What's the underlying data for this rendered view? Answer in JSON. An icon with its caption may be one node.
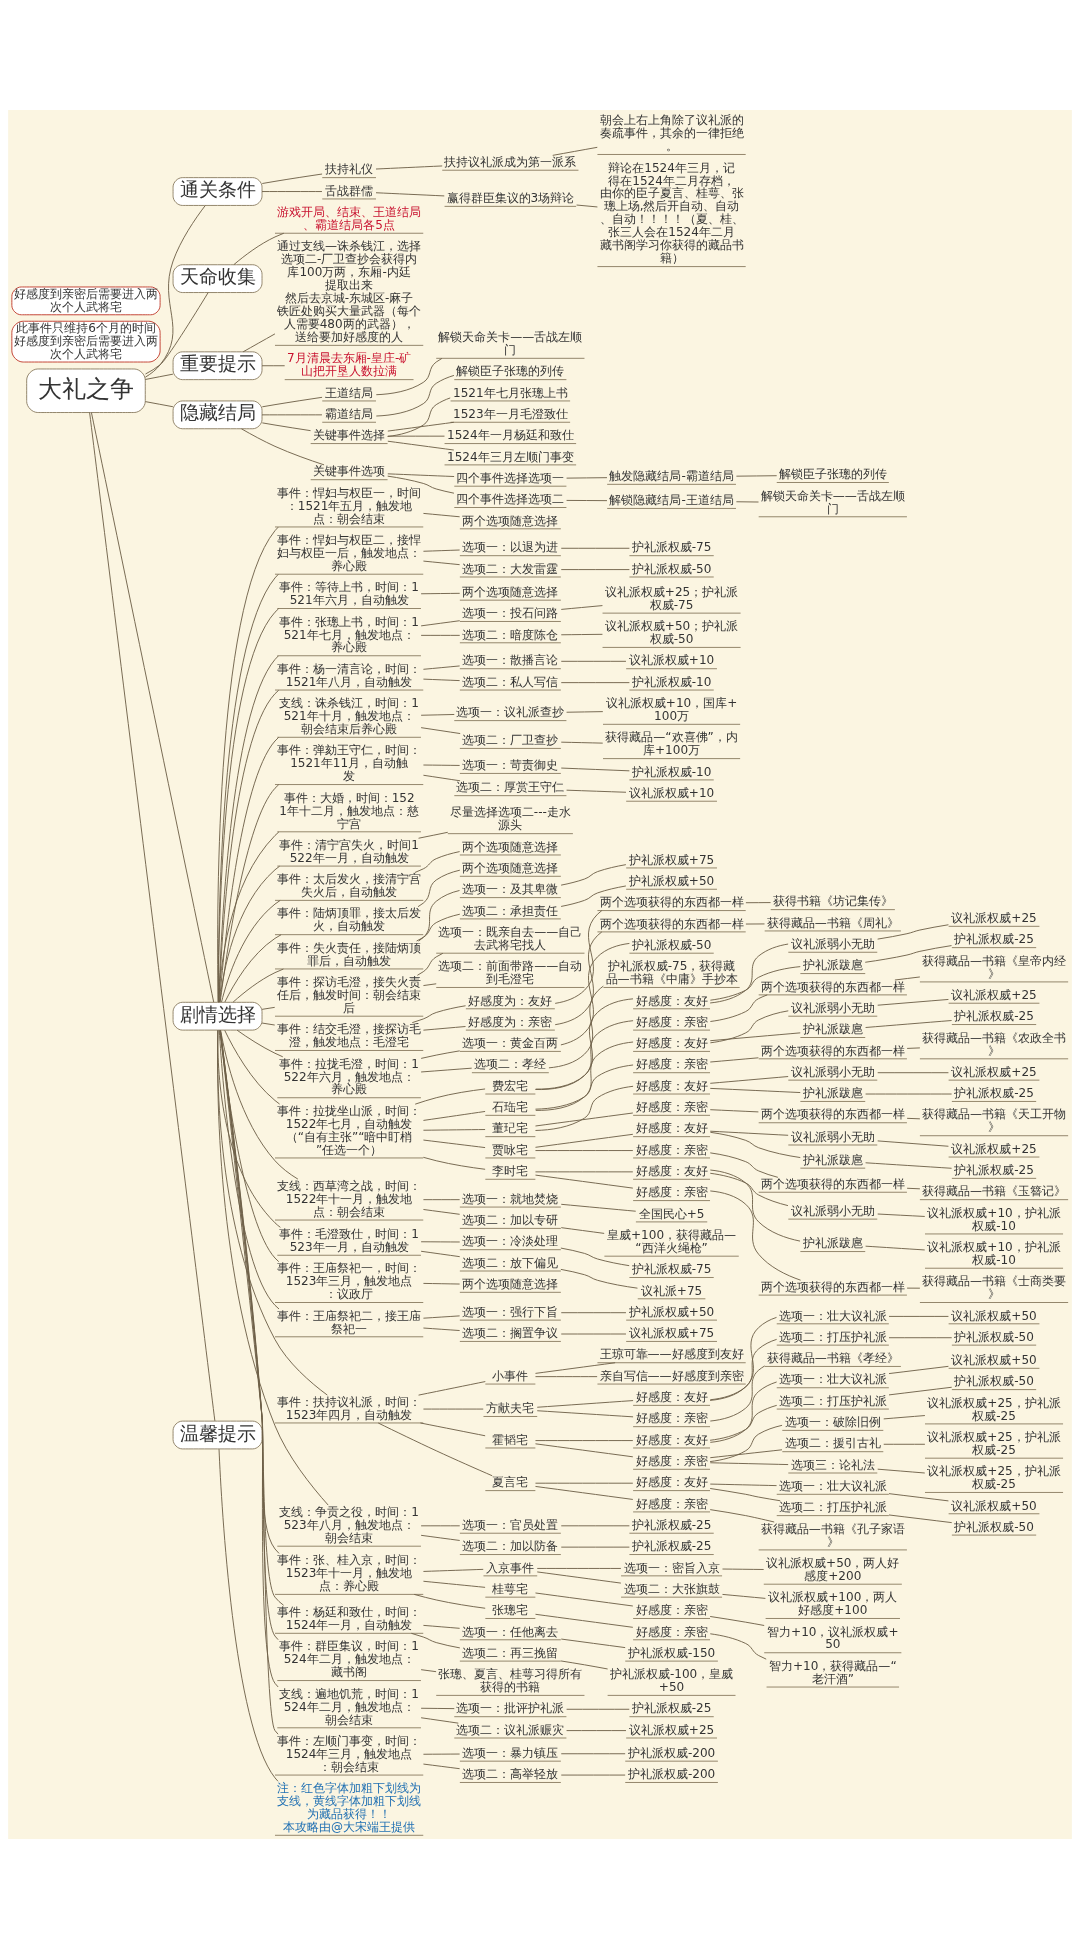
{
  "diagram": {
    "nodes": [
      {
        "text": [
          "大礼之争"
        ]
      },
      {
        "text": [
          "通关条件"
        ]
      },
      {
        "text": [
          "扶持礼仪"
        ]
      },
      {
        "text": [
          "扶持议礼派成为第一派系"
        ]
      },
      {
        "text": [
          "朝会上右上角除了议礼派的奏疏事件，其余的一律拒绝。"
        ]
      },
      {
        "text": [
          "舌战群儒"
        ]
      },
      {
        "text": [
          "赢得群臣集议的3场辩论"
        ]
      },
      {
        "text": [
          "辩论在1524年三月，记得在1524年二月存档，由你的臣子夏言、桂萼、张璁上场,然后开自动、自动、自动！！！！（夏、桂、张三人会在1524年二月藏书阁学习你获得的藏品书籍）"
        ]
      },
      {
        "text": [
          "天命收集"
        ]
      },
      {
        "text": [
          "游戏开局、结束、王道结局、霸道结局各5点"
        ]
      },
      {
        "text": [
          "重要提示"
        ]
      },
      {
        "text": [
          "通过支线—诛杀钱江，选择选项二-厂卫查抄会获得内库100万两，东厢-内廷提取出来",
          "然后去京城-东城区-麻子铁匠处购买大量武器（每个人需要480两的武器），送给要加好感度的人"
        ]
      },
      {
        "text": [
          "7月清晨去东厢-皇庄-矿山把开垦人数拉满"
        ]
      },
      {
        "text": [
          "隐藏结局"
        ]
      },
      {
        "text": [
          "王道结局"
        ]
      },
      {
        "text": [
          "解锁天命关卡——舌战左顺门"
        ]
      },
      {
        "text": [
          "霸道结局"
        ]
      },
      {
        "text": [
          "解锁臣子张璁的列传"
        ]
      },
      {
        "text": [
          "关键事件选择"
        ]
      },
      {
        "text": [
          "1521年七月张璁上书"
        ]
      },
      {
        "text": [
          "1523年一月毛澄致仕"
        ]
      },
      {
        "text": [
          "1524年一月杨廷和致仕"
        ]
      },
      {
        "text": [
          "1524年三月左顺门事变"
        ]
      },
      {
        "text": [
          "关键事件选项"
        ]
      },
      {
        "text": [
          "四个事件选择选项一"
        ]
      },
      {
        "text": [
          "触发隐藏结局-霸道结局"
        ]
      },
      {
        "text": [
          "解锁臣子张璁的列传"
        ]
      },
      {
        "text": [
          "四个事件选择选项二"
        ]
      },
      {
        "text": [
          "解锁隐藏结局-王道结局"
        ]
      },
      {
        "text": [
          "解锁天命关卡——舌战左顺门"
        ]
      },
      {
        "text": [
          "剧情选择"
        ]
      },
      {
        "text": [
          "事件：悍妇与权臣一，时间：1521年五月，触发地点：朝会结束"
        ]
      },
      {
        "text": [
          "两个选项随意选择"
        ]
      },
      {
        "text": [
          "事件：悍妇与权臣二，接悍妇与权臣一后，触发地点：养心殿"
        ]
      },
      {
        "text": [
          "选项一：以退为进"
        ]
      },
      {
        "text": [
          "护礼派权威-75"
        ]
      },
      {
        "text": [
          "选项二：大发雷霆"
        ]
      },
      {
        "text": [
          "护礼派权威-50"
        ]
      },
      {
        "text": [
          "事件：等待上书，时间：1521年六月，自动触发"
        ]
      },
      {
        "text": [
          "两个选项随意选择"
        ]
      },
      {
        "text": [
          "事件：张璁上书，时间：1521年七月，触发地点：养心殿"
        ]
      },
      {
        "text": [
          "选项一：投石问路"
        ]
      },
      {
        "text": [
          "议礼派权威+25；护礼派权威-75"
        ]
      },
      {
        "text": [
          "选项二：暗度陈仓"
        ]
      },
      {
        "text": [
          "议礼派权威+50；护礼派权威-50"
        ]
      },
      {
        "text": [
          "事件：杨一清言论，时间：1521年八月，自动触发"
        ]
      },
      {
        "text": [
          "选项一：散播言论"
        ]
      },
      {
        "text": [
          "议礼派权威+10"
        ]
      },
      {
        "text": [
          "选项二：私人写信"
        ]
      },
      {
        "text": [
          "护礼派权威-10"
        ]
      },
      {
        "text": [
          "支线：诛杀钱江，时间：1521年十月，触发地点：朝会结束后养心殿"
        ]
      },
      {
        "text": [
          "选项一：议礼派查抄"
        ]
      },
      {
        "text": [
          "议礼派权威+10，国库+100万"
        ]
      },
      {
        "text": [
          "选项二：厂卫查抄"
        ]
      },
      {
        "text": [
          "获得藏品—“欢喜佛”，内库+100万"
        ]
      },
      {
        "text": [
          "事件：弹劾王守仁，时间：1521年11月，自动触发"
        ]
      },
      {
        "text": [
          "选项一：苛责御史"
        ]
      },
      {
        "text": [
          "护礼派权威-10"
        ]
      },
      {
        "text": [
          "选项二：厚赏王守仁"
        ]
      },
      {
        "text": [
          "议礼派权威+10"
        ]
      },
      {
        "text": [
          "事件：大婚，时间：1521年十二月，触发地点：慈宁宫"
        ]
      },
      {
        "text": [
          "事件：清宁宫失火，时间1522年一月，自动触发"
        ]
      },
      {
        "text": [
          "尽量选择选项二---走水源头"
        ]
      },
      {
        "text": [
          "事件：太后发火，接清宁宫失火后，自动触发"
        ]
      },
      {
        "text": [
          "两个选项随意选择"
        ]
      },
      {
        "text": [
          "事件：陆炳顶罪，接太后发火，自动触发"
        ]
      },
      {
        "text": [
          "两个选项随意选择"
        ]
      },
      {
        "text": [
          "事件：失火责任，接陆炳顶罪后，自动触发"
        ]
      },
      {
        "text": [
          "选项一：及其卑微"
        ]
      },
      {
        "text": [
          "护礼派权威+75"
        ]
      },
      {
        "text": [
          "选项二：承担责任"
        ]
      },
      {
        "text": [
          "护礼派权威+50"
        ]
      },
      {
        "text": [
          "事件：探访毛澄，接失火责任后，触发时间：朝会结束后"
        ]
      },
      {
        "text": [
          "选项一：既亲自去——自己去武将宅找人"
        ]
      },
      {
        "text": [
          "选项二：前面带路——自动到毛澄宅"
        ]
      },
      {
        "text": [
          "事件：结交毛澄，接探访毛澄，触发地点：毛澄宅"
        ]
      },
      {
        "text": [
          "好感度为：友好"
        ]
      },
      {
        "text": [
          "两个选项获得的东西都一样"
        ]
      },
      {
        "text": [
          "获得书籍《坊记集传》"
        ]
      },
      {
        "text": [
          "好感度为：亲密"
        ]
      },
      {
        "text": [
          "两个选项获得的东西都一样"
        ]
      },
      {
        "text": [
          "获得藏品—书籍《周礼》"
        ]
      },
      {
        "text": [
          "事件：拉拢毛澄，时间：1522年六月，触发地点：养心殿"
        ]
      },
      {
        "text": [
          "选项一：黄金百两"
        ]
      },
      {
        "text": [
          "护礼派权威-50"
        ]
      },
      {
        "text": [
          "选项二：孝经"
        ]
      },
      {
        "text": [
          "护礼派权威-75，获得藏品—书籍《中庸》手抄本"
        ]
      },
      {
        "text": [
          "事件：拉拢坐山派，时间：1522年七月，自动触发（“自有主张”“暗中盯梢”任选一个）"
        ]
      },
      {
        "text": [
          "费宏宅"
        ]
      },
      {
        "text": [
          "好感度：友好"
        ]
      },
      {
        "text": [
          "议礼派弱小无助"
        ]
      },
      {
        "text": [
          "议礼派权威+25"
        ]
      },
      {
        "text": [
          "护礼派跋扈"
        ]
      },
      {
        "text": [
          "护礼派权威-25"
        ]
      },
      {
        "text": [
          "好感度：亲密"
        ]
      },
      {
        "text": [
          "两个选项获得的东西都一样"
        ]
      },
      {
        "text": [
          "获得藏品—书籍《皇帝内经》"
        ]
      },
      {
        "text": [
          "石珤宅"
        ]
      },
      {
        "text": [
          "好感度：友好"
        ]
      },
      {
        "text": [
          "议礼派弱小无助"
        ]
      },
      {
        "text": [
          "议礼派权威+25"
        ]
      },
      {
        "text": [
          "护礼派跋扈"
        ]
      },
      {
        "text": [
          "护礼派权威-25"
        ]
      },
      {
        "text": [
          "好感度：亲密"
        ]
      },
      {
        "text": [
          "两个选项获得的东西都一样"
        ]
      },
      {
        "text": [
          "获得藏品—书籍《农政全书》"
        ]
      },
      {
        "text": [
          "董玘宅"
        ]
      },
      {
        "text": [
          "好感度：友好"
        ]
      },
      {
        "text": [
          "议礼派弱小无助"
        ]
      },
      {
        "text": [
          "议礼派权威+25"
        ]
      },
      {
        "text": [
          "护礼派跋扈"
        ]
      },
      {
        "text": [
          "护礼派权威-25"
        ]
      },
      {
        "text": [
          "好感度：亲密"
        ]
      },
      {
        "text": [
          "两个选项获得的东西都一样"
        ]
      },
      {
        "text": [
          "获得藏品—书籍《天工开物》"
        ]
      },
      {
        "text": [
          "贾咏宅"
        ]
      },
      {
        "text": [
          "好感度：友好"
        ]
      },
      {
        "text": [
          "议礼派弱小无助"
        ]
      },
      {
        "text": [
          "议礼派权威+25"
        ]
      },
      {
        "text": [
          "护礼派跋扈"
        ]
      },
      {
        "text": [
          "护礼派权威-25"
        ]
      },
      {
        "text": [
          "好感度：亲密"
        ]
      },
      {
        "text": [
          "两个选项获得的东西都一样"
        ]
      },
      {
        "text": [
          "获得藏品—书籍《玉簪记》"
        ]
      },
      {
        "text": [
          "李时宅"
        ]
      },
      {
        "text": [
          "好感度：友好"
        ]
      },
      {
        "text": [
          "议礼派弱小无助"
        ]
      },
      {
        "text": [
          "议礼派权威+10，护礼派权威-10"
        ]
      },
      {
        "text": [
          "护礼派跋扈"
        ]
      },
      {
        "text": [
          "议礼派权威+10，护礼派权威-10"
        ]
      },
      {
        "text": [
          "好感度：亲密"
        ]
      },
      {
        "text": [
          "两个选项获得的东西都一样"
        ]
      },
      {
        "text": [
          "获得藏品—书籍《士商类要》"
        ]
      },
      {
        "text": [
          "此事件只维持6个月的时间",
          "好感度到亲密后需要进入两次个人武将宅"
        ]
      },
      {
        "text": [
          "支线：西草湾之战，时间：1522年十一月，触发地点：朝会结束"
        ]
      },
      {
        "text": [
          "选项一：就地焚烧"
        ]
      },
      {
        "text": [
          "全国民心+5"
        ]
      },
      {
        "text": [
          "选项二：加以专研"
        ]
      },
      {
        "text": [
          "皇威+100，获得藏品—“西洋火绳枪”"
        ]
      },
      {
        "text": [
          "事件：毛澄致仕，时间：1523年一月，自动触发"
        ]
      },
      {
        "text": [
          "选项一：冷淡处理"
        ]
      },
      {
        "text": [
          "护礼派权威-75"
        ]
      },
      {
        "text": [
          "选项二：放下偏见"
        ]
      },
      {
        "text": [
          "议礼派+75"
        ]
      },
      {
        "text": [
          "事件：王庙祭祀一，时间：1523年三月，触发地点：议政厅"
        ]
      },
      {
        "text": [
          "两个选项随意选择"
        ]
      },
      {
        "text": [
          "事件：王庙祭祀二，接王庙祭祀一"
        ]
      },
      {
        "text": [
          "选项一：强行下旨"
        ]
      },
      {
        "text": [
          "护礼派权威+50"
        ]
      },
      {
        "text": [
          "选项二：搁置争议"
        ]
      },
      {
        "text": [
          "议礼派权威+75"
        ]
      },
      {
        "text": [
          "事件：扶持议礼派，时间：1523年四月，自动触发"
        ]
      },
      {
        "text": [
          "小事件"
        ]
      },
      {
        "text": [
          "王琼可靠——好感度到友好"
        ]
      },
      {
        "text": [
          "亲自写信——好感度到亲密"
        ]
      },
      {
        "text": [
          "方献夫宅"
        ]
      },
      {
        "text": [
          "好感度：友好"
        ]
      },
      {
        "text": [
          "选项一：壮大议礼派"
        ]
      },
      {
        "text": [
          "议礼派权威+50"
        ]
      },
      {
        "text": [
          "选项二：打压护礼派"
        ]
      },
      {
        "text": [
          "护礼派权威-50"
        ]
      },
      {
        "text": [
          "好感度：亲密"
        ]
      },
      {
        "text": [
          "获得藏品—书籍《孝经》"
        ]
      },
      {
        "text": [
          "霍韬宅"
        ]
      },
      {
        "text": [
          "好感度：友好"
        ]
      },
      {
        "text": [
          "选项一：壮大议礼派"
        ]
      },
      {
        "text": [
          "议礼派权威+50"
        ]
      },
      {
        "text": [
          "选项二：打压护礼派"
        ]
      },
      {
        "text": [
          "护礼派权威-50"
        ]
      },
      {
        "text": [
          "好感度：亲密"
        ]
      },
      {
        "text": [
          "选项一：破除旧例"
        ]
      },
      {
        "text": [
          "议礼派权威+25，护礼派权威-25"
        ]
      },
      {
        "text": [
          "选项二：援引古礼"
        ]
      },
      {
        "text": [
          "议礼派权威+25，护礼派权威-25"
        ]
      },
      {
        "text": [
          "选项三：论礼法"
        ]
      },
      {
        "text": [
          "议礼派权威+25，护礼派权威-25"
        ]
      },
      {
        "text": [
          "夏言宅"
        ]
      },
      {
        "text": [
          "好感度：友好"
        ]
      },
      {
        "text": [
          "选项一：壮大议礼派"
        ]
      },
      {
        "text": [
          "议礼派权威+50"
        ]
      },
      {
        "text": [
          "选项二：打压护礼派"
        ]
      },
      {
        "text": [
          "护礼派权威-50"
        ]
      },
      {
        "text": [
          "好感度：亲密"
        ]
      },
      {
        "text": [
          "获得藏品—书籍《孔子家语》"
        ]
      },
      {
        "text": [
          "好感度到亲密后需要进入两次个人武将宅"
        ]
      },
      {
        "text": [
          "支线：争贡之役，时间：1523年八月，触发地点：朝会结束"
        ]
      },
      {
        "text": [
          "选项一：官员处置"
        ]
      },
      {
        "text": [
          "护礼派权威-25"
        ]
      },
      {
        "text": [
          "选项二：加以防备"
        ]
      },
      {
        "text": [
          "护礼派权威-25"
        ]
      },
      {
        "text": [
          "事件：张、桂入京，时间：1523年十一月，触发地点：养心殿"
        ]
      },
      {
        "text": [
          "入京事件"
        ]
      },
      {
        "text": [
          "选项一：密旨入京"
        ]
      },
      {
        "text": [
          "议礼派权威+50，两人好感度+200"
        ]
      },
      {
        "text": [
          "选项二：大张旗鼓"
        ]
      },
      {
        "text": [
          "议礼派权威+100，两人好感度+100"
        ]
      },
      {
        "text": [
          "桂萼宅"
        ]
      },
      {
        "text": [
          "好感度：亲密"
        ]
      },
      {
        "text": [
          "智力+10，议礼派权威+50"
        ]
      },
      {
        "text": [
          "张璁宅"
        ]
      },
      {
        "text": [
          "好感度：亲密"
        ]
      },
      {
        "text": [
          "智力+10，获得藏品—“老汗酒”"
        ]
      },
      {
        "text": [
          "事件：杨廷和致仕，时间：1524年一月，自动触发"
        ]
      },
      {
        "text": [
          "选项一：任他离去"
        ]
      },
      {
        "text": [
          "护礼派权威-150"
        ]
      },
      {
        "text": [
          "选项二：再三挽留"
        ]
      },
      {
        "text": [
          "护礼派权威-100，皇威+50"
        ]
      },
      {
        "text": [
          "事件：群臣集议，时间：1524年二月，触发地点：藏书阁"
        ]
      },
      {
        "text": [
          "张璁、夏言、桂萼习得所有获得的书籍"
        ]
      },
      {
        "text": [
          "支线：遍地饥荒，时间：1524年二月，触发地点：朝会结束"
        ]
      },
      {
        "text": [
          "选项一：批评护礼派"
        ]
      },
      {
        "text": [
          "护礼派权威-25"
        ]
      },
      {
        "text": [
          "选项二：议礼派赈灾"
        ]
      },
      {
        "text": [
          "议礼派权威+25"
        ]
      },
      {
        "text": [
          "事件：左顺门事变，时间：1524年三月，触发地点：朝会结束"
        ]
      },
      {
        "text": [
          "选项一：暴力镇压"
        ]
      },
      {
        "text": [
          "护礼派权威-200"
        ]
      },
      {
        "text": [
          "选项二：高举轻放"
        ]
      },
      {
        "text": [
          "护礼派权威-200"
        ]
      },
      {
        "text": [
          "温馨提示"
        ]
      },
      {
        "text": [
          "注：红色字体加粗下划线为支线，黄线字体加粗下划线为藏品获得！！",
          "本攻略由@大宋端王提供"
        ]
      }
    ],
    "edges": [
      {
        "from": 0,
        "to": 1,
        "arrow": "none"
      },
      {
        "from": 1,
        "to": 2,
        "arrow": "none"
      },
      {
        "from": 2,
        "to": 3,
        "arrow": "none"
      },
      {
        "from": 3,
        "to": 4,
        "arrow": "none"
      },
      {
        "from": 1,
        "to": 5,
        "arrow": "none"
      },
      {
        "from": 5,
        "to": 6,
        "arrow": "none"
      },
      {
        "from": 6,
        "to": 7,
        "arrow": "none"
      },
      {
        "from": 0,
        "to": 8,
        "arrow": "none"
      },
      {
        "from": 8,
        "to": 9,
        "arrow": "none"
      },
      {
        "from": 0,
        "to": 10,
        "arrow": "none"
      },
      {
        "from": 10,
        "to": 11,
        "arrow": "none"
      },
      {
        "from": 10,
        "to": 12,
        "arrow": "none"
      },
      {
        "from": 0,
        "to": 13,
        "arrow": "none"
      },
      {
        "from": 13,
        "to": 14,
        "arrow": "none"
      },
      {
        "from": 14,
        "to": 15,
        "arrow": "none"
      },
      {
        "from": 13,
        "to": 16,
        "arrow": "none"
      },
      {
        "from": 16,
        "to": 17,
        "arrow": "none"
      },
      {
        "from": 13,
        "to": 18,
        "arrow": "none"
      },
      {
        "from": 18,
        "to": 19,
        "arrow": "none"
      },
      {
        "from": 18,
        "to": 20,
        "arrow": "none"
      },
      {
        "from": 18,
        "to": 21,
        "arrow": "none"
      },
      {
        "from": 18,
        "to": 22,
        "arrow": "none"
      },
      {
        "from": 13,
        "to": 23,
        "arrow": "none"
      },
      {
        "from": 23,
        "to": 24,
        "arrow": "none"
      },
      {
        "from": 24,
        "to": 25,
        "arrow": "none"
      },
      {
        "from": 25,
        "to": 26,
        "arrow": "none"
      },
      {
        "from": 23,
        "to": 27,
        "arrow": "none"
      },
      {
        "from": 27,
        "to": 28,
        "arrow": "none"
      },
      {
        "from": 28,
        "to": 29,
        "arrow": "none"
      },
      {
        "from": 0,
        "to": 30,
        "arrow": "none"
      },
      {
        "from": 30,
        "to": 31,
        "arrow": "none"
      },
      {
        "from": 31,
        "to": 32,
        "arrow": "none"
      },
      {
        "from": 30,
        "to": 33,
        "arrow": "none"
      },
      {
        "from": 33,
        "to": 34,
        "arrow": "none"
      },
      {
        "from": 34,
        "to": 35,
        "arrow": "none"
      },
      {
        "from": 33,
        "to": 36,
        "arrow": "none"
      },
      {
        "from": 36,
        "to": 37,
        "arrow": "none"
      },
      {
        "from": 30,
        "to": 38,
        "arrow": "none"
      },
      {
        "from": 38,
        "to": 39,
        "arrow": "none"
      },
      {
        "from": 30,
        "to": 40,
        "arrow": "none"
      },
      {
        "from": 40,
        "to": 41,
        "arrow": "none"
      },
      {
        "from": 41,
        "to": 42,
        "arrow": "none"
      },
      {
        "from": 40,
        "to": 43,
        "arrow": "none"
      },
      {
        "from": 43,
        "to": 44,
        "arrow": "none"
      },
      {
        "from": 30,
        "to": 45,
        "arrow": "none"
      },
      {
        "from": 45,
        "to": 46,
        "arrow": "none"
      },
      {
        "from": 46,
        "to": 47,
        "arrow": "none"
      },
      {
        "from": 45,
        "to": 48,
        "arrow": "none"
      },
      {
        "from": 48,
        "to": 49,
        "arrow": "none"
      },
      {
        "from": 30,
        "to": 50,
        "arrow": "none"
      },
      {
        "from": 50,
        "to": 51,
        "arrow": "none"
      },
      {
        "from": 51,
        "to": 52,
        "arrow": "none"
      },
      {
        "from": 50,
        "to": 53,
        "arrow": "none"
      },
      {
        "from": 53,
        "to": 54,
        "arrow": "none"
      },
      {
        "from": 30,
        "to": 55,
        "arrow": "none"
      },
      {
        "from": 55,
        "to": 56,
        "arrow": "none"
      },
      {
        "from": 56,
        "to": 57,
        "arrow": "none"
      },
      {
        "from": 55,
        "to": 58,
        "arrow": "none"
      },
      {
        "from": 58,
        "to": 59,
        "arrow": "none"
      },
      {
        "from": 30,
        "to": 60,
        "arrow": "none"
      },
      {
        "from": 30,
        "to": 61,
        "arrow": "none"
      },
      {
        "from": 61,
        "to": 62,
        "arrow": "none"
      },
      {
        "from": 30,
        "to": 63,
        "arrow": "none"
      },
      {
        "from": 63,
        "to": 64,
        "arrow": "none"
      },
      {
        "from": 30,
        "to": 65,
        "arrow": "none"
      },
      {
        "from": 65,
        "to": 66,
        "arrow": "none"
      },
      {
        "from": 30,
        "to": 67,
        "arrow": "none"
      },
      {
        "from": 67,
        "to": 68,
        "arrow": "none"
      },
      {
        "from": 68,
        "to": 69,
        "arrow": "none"
      },
      {
        "from": 67,
        "to": 70,
        "arrow": "none"
      },
      {
        "from": 70,
        "to": 71,
        "arrow": "none"
      },
      {
        "from": 30,
        "to": 72,
        "arrow": "none"
      },
      {
        "from": 72,
        "to": 73,
        "arrow": "none"
      },
      {
        "from": 72,
        "to": 74,
        "arrow": "none"
      },
      {
        "from": 30,
        "to": 75,
        "arrow": "none"
      },
      {
        "from": 75,
        "to": 76,
        "arrow": "none"
      },
      {
        "from": 76,
        "to": 77,
        "arrow": "none"
      },
      {
        "from": 77,
        "to": 78,
        "arrow": "none"
      },
      {
        "from": 75,
        "to": 79,
        "arrow": "none"
      },
      {
        "from": 79,
        "to": 80,
        "arrow": "none"
      },
      {
        "from": 80,
        "to": 81,
        "arrow": "none"
      },
      {
        "from": 30,
        "to": 82,
        "arrow": "none"
      },
      {
        "from": 82,
        "to": 83,
        "arrow": "none"
      },
      {
        "from": 83,
        "to": 84,
        "arrow": "none"
      },
      {
        "from": 82,
        "to": 85,
        "arrow": "none"
      },
      {
        "from": 85,
        "to": 86,
        "arrow": "none"
      },
      {
        "from": 30,
        "to": 87,
        "arrow": "none"
      },
      {
        "from": 87,
        "to": 88,
        "arrow": "none"
      },
      {
        "from": 88,
        "to": 89,
        "arrow": "none"
      },
      {
        "from": 89,
        "to": 90,
        "arrow": "none"
      },
      {
        "from": 90,
        "to": 91,
        "arrow": "none"
      },
      {
        "from": 89,
        "to": 92,
        "arrow": "none"
      },
      {
        "from": 92,
        "to": 93,
        "arrow": "none"
      },
      {
        "from": 88,
        "to": 94,
        "arrow": "none"
      },
      {
        "from": 94,
        "to": 95,
        "arrow": "none"
      },
      {
        "from": 95,
        "to": 96,
        "arrow": "none"
      },
      {
        "from": 87,
        "to": 97,
        "arrow": "none"
      },
      {
        "from": 97,
        "to": 98,
        "arrow": "none"
      },
      {
        "from": 98,
        "to": 99,
        "arrow": "none"
      },
      {
        "from": 99,
        "to": 100,
        "arrow": "none"
      },
      {
        "from": 98,
        "to": 101,
        "arrow": "none"
      },
      {
        "from": 101,
        "to": 102,
        "arrow": "none"
      },
      {
        "from": 97,
        "to": 103,
        "arrow": "none"
      },
      {
        "from": 103,
        "to": 104,
        "arrow": "none"
      },
      {
        "from": 104,
        "to": 105,
        "arrow": "none"
      },
      {
        "from": 87,
        "to": 106,
        "arrow": "none"
      },
      {
        "from": 106,
        "to": 107,
        "arrow": "none"
      },
      {
        "from": 107,
        "to": 108,
        "arrow": "none"
      },
      {
        "from": 108,
        "to": 109,
        "arrow": "none"
      },
      {
        "from": 107,
        "to": 110,
        "arrow": "none"
      },
      {
        "from": 110,
        "to": 111,
        "arrow": "none"
      },
      {
        "from": 106,
        "to": 112,
        "arrow": "none"
      },
      {
        "from": 112,
        "to": 113,
        "arrow": "none"
      },
      {
        "from": 113,
        "to": 114,
        "arrow": "none"
      },
      {
        "from": 87,
        "to": 115,
        "arrow": "none"
      },
      {
        "from": 115,
        "to": 116,
        "arrow": "none"
      },
      {
        "from": 116,
        "to": 117,
        "arrow": "none"
      },
      {
        "from": 117,
        "to": 118,
        "arrow": "none"
      },
      {
        "from": 116,
        "to": 119,
        "arrow": "none"
      },
      {
        "from": 119,
        "to": 120,
        "arrow": "none"
      },
      {
        "from": 115,
        "to": 121,
        "arrow": "none"
      },
      {
        "from": 121,
        "to": 122,
        "arrow": "none"
      },
      {
        "from": 122,
        "to": 123,
        "arrow": "none"
      },
      {
        "from": 87,
        "to": 124,
        "arrow": "none"
      },
      {
        "from": 124,
        "to": 125,
        "arrow": "none"
      },
      {
        "from": 125,
        "to": 126,
        "arrow": "none"
      },
      {
        "from": 126,
        "to": 127,
        "arrow": "none"
      },
      {
        "from": 125,
        "to": 128,
        "arrow": "none"
      },
      {
        "from": 128,
        "to": 129,
        "arrow": "none"
      },
      {
        "from": 124,
        "to": 130,
        "arrow": "none"
      },
      {
        "from": 130,
        "to": 131,
        "arrow": "none"
      },
      {
        "from": 131,
        "to": 132,
        "arrow": "none"
      },
      {
        "from": 30,
        "to": 134,
        "arrow": "none"
      },
      {
        "from": 134,
        "to": 135,
        "arrow": "none"
      },
      {
        "from": 135,
        "to": 136,
        "arrow": "none"
      },
      {
        "from": 134,
        "to": 137,
        "arrow": "none"
      },
      {
        "from": 137,
        "to": 138,
        "arrow": "none"
      },
      {
        "from": 30,
        "to": 139,
        "arrow": "none"
      },
      {
        "from": 139,
        "to": 140,
        "arrow": "none"
      },
      {
        "from": 140,
        "to": 141,
        "arrow": "none"
      },
      {
        "from": 139,
        "to": 142,
        "arrow": "none"
      },
      {
        "from": 142,
        "to": 143,
        "arrow": "none"
      },
      {
        "from": 30,
        "to": 144,
        "arrow": "none"
      },
      {
        "from": 144,
        "to": 145,
        "arrow": "none"
      },
      {
        "from": 30,
        "to": 146,
        "arrow": "none"
      },
      {
        "from": 146,
        "to": 147,
        "arrow": "none"
      },
      {
        "from": 147,
        "to": 148,
        "arrow": "none"
      },
      {
        "from": 146,
        "to": 149,
        "arrow": "none"
      },
      {
        "from": 149,
        "to": 150,
        "arrow": "none"
      },
      {
        "from": 30,
        "to": 151,
        "arrow": "none"
      },
      {
        "from": 151,
        "to": 152,
        "arrow": "none"
      },
      {
        "from": 152,
        "to": 153,
        "arrow": "none"
      },
      {
        "from": 152,
        "to": 154,
        "arrow": "none"
      },
      {
        "from": 151,
        "to": 155,
        "arrow": "none"
      },
      {
        "from": 155,
        "to": 156,
        "arrow": "none"
      },
      {
        "from": 156,
        "to": 157,
        "arrow": "none"
      },
      {
        "from": 157,
        "to": 158,
        "arrow": "none"
      },
      {
        "from": 156,
        "to": 159,
        "arrow": "none"
      },
      {
        "from": 159,
        "to": 160,
        "arrow": "none"
      },
      {
        "from": 155,
        "to": 161,
        "arrow": "none"
      },
      {
        "from": 161,
        "to": 162,
        "arrow": "none"
      },
      {
        "from": 151,
        "to": 163,
        "arrow": "none"
      },
      {
        "from": 163,
        "to": 164,
        "arrow": "none"
      },
      {
        "from": 164,
        "to": 165,
        "arrow": "none"
      },
      {
        "from": 165,
        "to": 166,
        "arrow": "none"
      },
      {
        "from": 164,
        "to": 167,
        "arrow": "none"
      },
      {
        "from": 167,
        "to": 168,
        "arrow": "none"
      },
      {
        "from": 163,
        "to": 169,
        "arrow": "none"
      },
      {
        "from": 169,
        "to": 170,
        "arrow": "none"
      },
      {
        "from": 170,
        "to": 171,
        "arrow": "none"
      },
      {
        "from": 169,
        "to": 172,
        "arrow": "none"
      },
      {
        "from": 172,
        "to": 173,
        "arrow": "none"
      },
      {
        "from": 169,
        "to": 174,
        "arrow": "none"
      },
      {
        "from": 174,
        "to": 175,
        "arrow": "none"
      },
      {
        "from": 151,
        "to": 176,
        "arrow": "none"
      },
      {
        "from": 176,
        "to": 177,
        "arrow": "none"
      },
      {
        "from": 177,
        "to": 178,
        "arrow": "none"
      },
      {
        "from": 178,
        "to": 179,
        "arrow": "none"
      },
      {
        "from": 177,
        "to": 180,
        "arrow": "none"
      },
      {
        "from": 180,
        "to": 181,
        "arrow": "none"
      },
      {
        "from": 176,
        "to": 182,
        "arrow": "none"
      },
      {
        "from": 182,
        "to": 183,
        "arrow": "none"
      },
      {
        "from": 30,
        "to": 185,
        "arrow": "none"
      },
      {
        "from": 185,
        "to": 186,
        "arrow": "none"
      },
      {
        "from": 186,
        "to": 187,
        "arrow": "none"
      },
      {
        "from": 185,
        "to": 188,
        "arrow": "none"
      },
      {
        "from": 188,
        "to": 189,
        "arrow": "none"
      },
      {
        "from": 30,
        "to": 190,
        "arrow": "none"
      },
      {
        "from": 190,
        "to": 191,
        "arrow": "none"
      },
      {
        "from": 191,
        "to": 192,
        "arrow": "none"
      },
      {
        "from": 192,
        "to": 193,
        "arrow": "none"
      },
      {
        "from": 191,
        "to": 194,
        "arrow": "none"
      },
      {
        "from": 194,
        "to": 195,
        "arrow": "none"
      },
      {
        "from": 190,
        "to": 196,
        "arrow": "none"
      },
      {
        "from": 196,
        "to": 197,
        "arrow": "none"
      },
      {
        "from": 197,
        "to": 198,
        "arrow": "none"
      },
      {
        "from": 190,
        "to": 199,
        "arrow": "none"
      },
      {
        "from": 199,
        "to": 200,
        "arrow": "none"
      },
      {
        "from": 200,
        "to": 201,
        "arrow": "none"
      },
      {
        "from": 30,
        "to": 202,
        "arrow": "none"
      },
      {
        "from": 202,
        "to": 203,
        "arrow": "none"
      },
      {
        "from": 203,
        "to": 204,
        "arrow": "none"
      },
      {
        "from": 202,
        "to": 205,
        "arrow": "none"
      },
      {
        "from": 205,
        "to": 206,
        "arrow": "none"
      },
      {
        "from": 30,
        "to": 207,
        "arrow": "none"
      },
      {
        "from": 207,
        "to": 208,
        "arrow": "none"
      },
      {
        "from": 30,
        "to": 209,
        "arrow": "none"
      },
      {
        "from": 209,
        "to": 210,
        "arrow": "none"
      },
      {
        "from": 210,
        "to": 211,
        "arrow": "none"
      },
      {
        "from": 209,
        "to": 212,
        "arrow": "none"
      },
      {
        "from": 212,
        "to": 213,
        "arrow": "none"
      },
      {
        "from": 30,
        "to": 214,
        "arrow": "none"
      },
      {
        "from": 214,
        "to": 215,
        "arrow": "none"
      },
      {
        "from": 215,
        "to": 216,
        "arrow": "none"
      },
      {
        "from": 214,
        "to": 217,
        "arrow": "none"
      },
      {
        "from": 217,
        "to": 218,
        "arrow": "none"
      },
      {
        "from": 0,
        "to": 219,
        "arrow": "none"
      },
      {
        "from": 219,
        "to": 220,
        "arrow": "none"
      }
    ]
  }
}
